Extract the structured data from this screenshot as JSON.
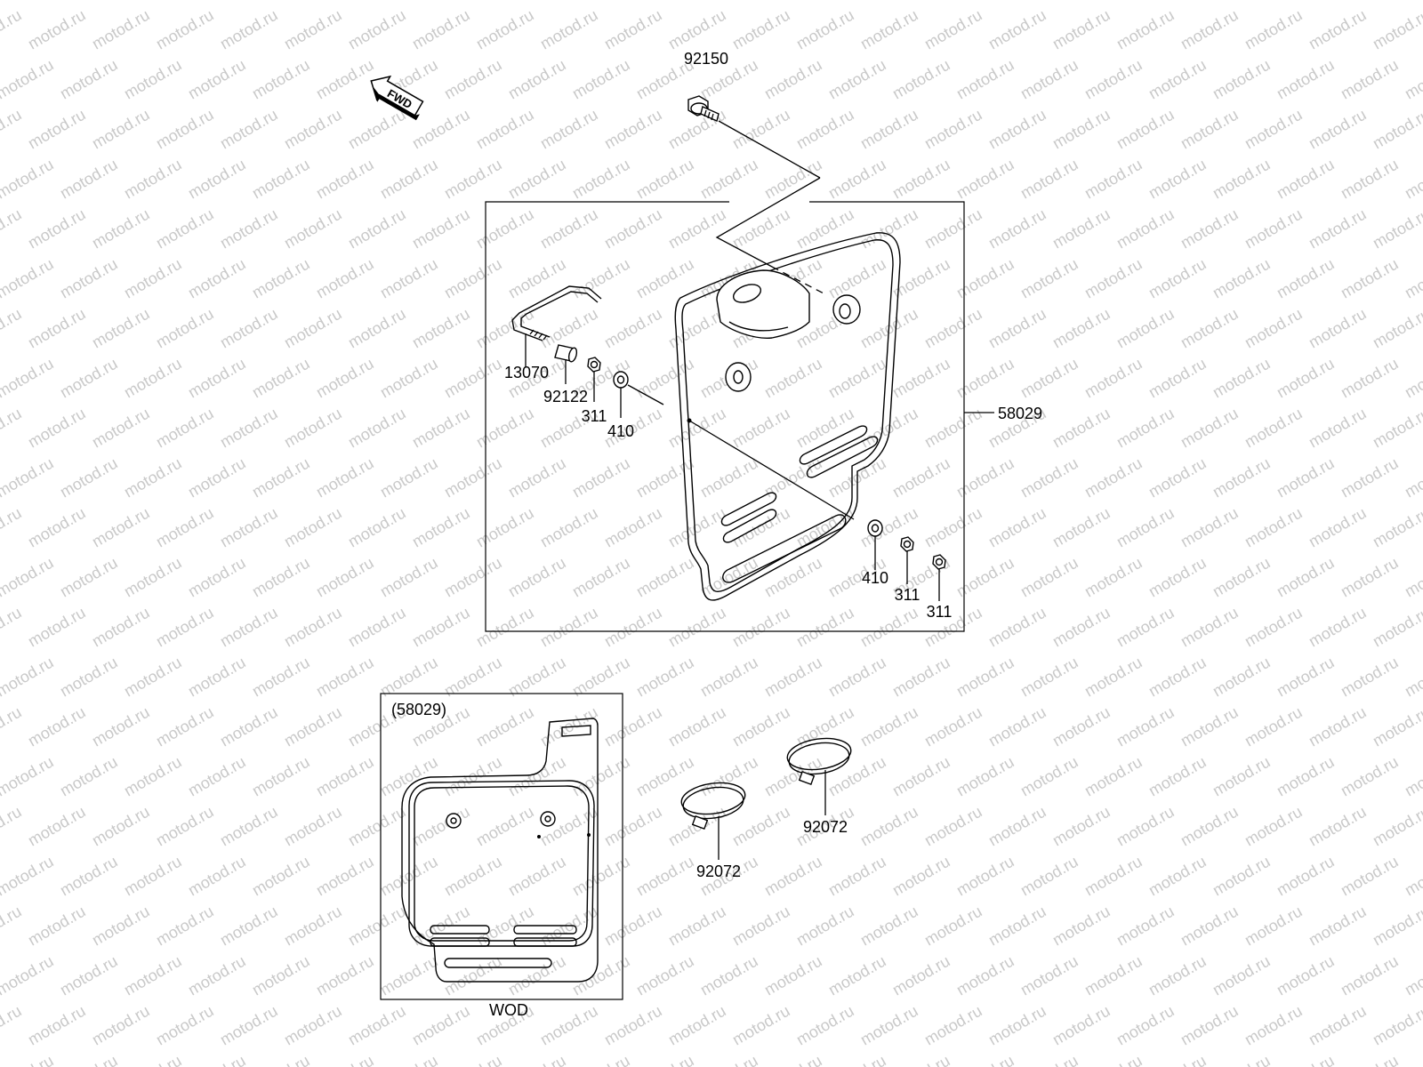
{
  "watermark": {
    "text": "motod.ru",
    "color": "#c9c9c9"
  },
  "direction_arrow": {
    "label": "FWD"
  },
  "labels": {
    "bolt": "92150",
    "rod": "13070",
    "collar": "92122",
    "nut_left": "311",
    "washer_left": "410",
    "plate": "58029",
    "washer_right": "410",
    "nut_right_a": "311",
    "nut_right_b": "311",
    "inset_title": "(58029)",
    "inset_caption": "WOD",
    "band_left": "92072",
    "band_right": "92072"
  }
}
